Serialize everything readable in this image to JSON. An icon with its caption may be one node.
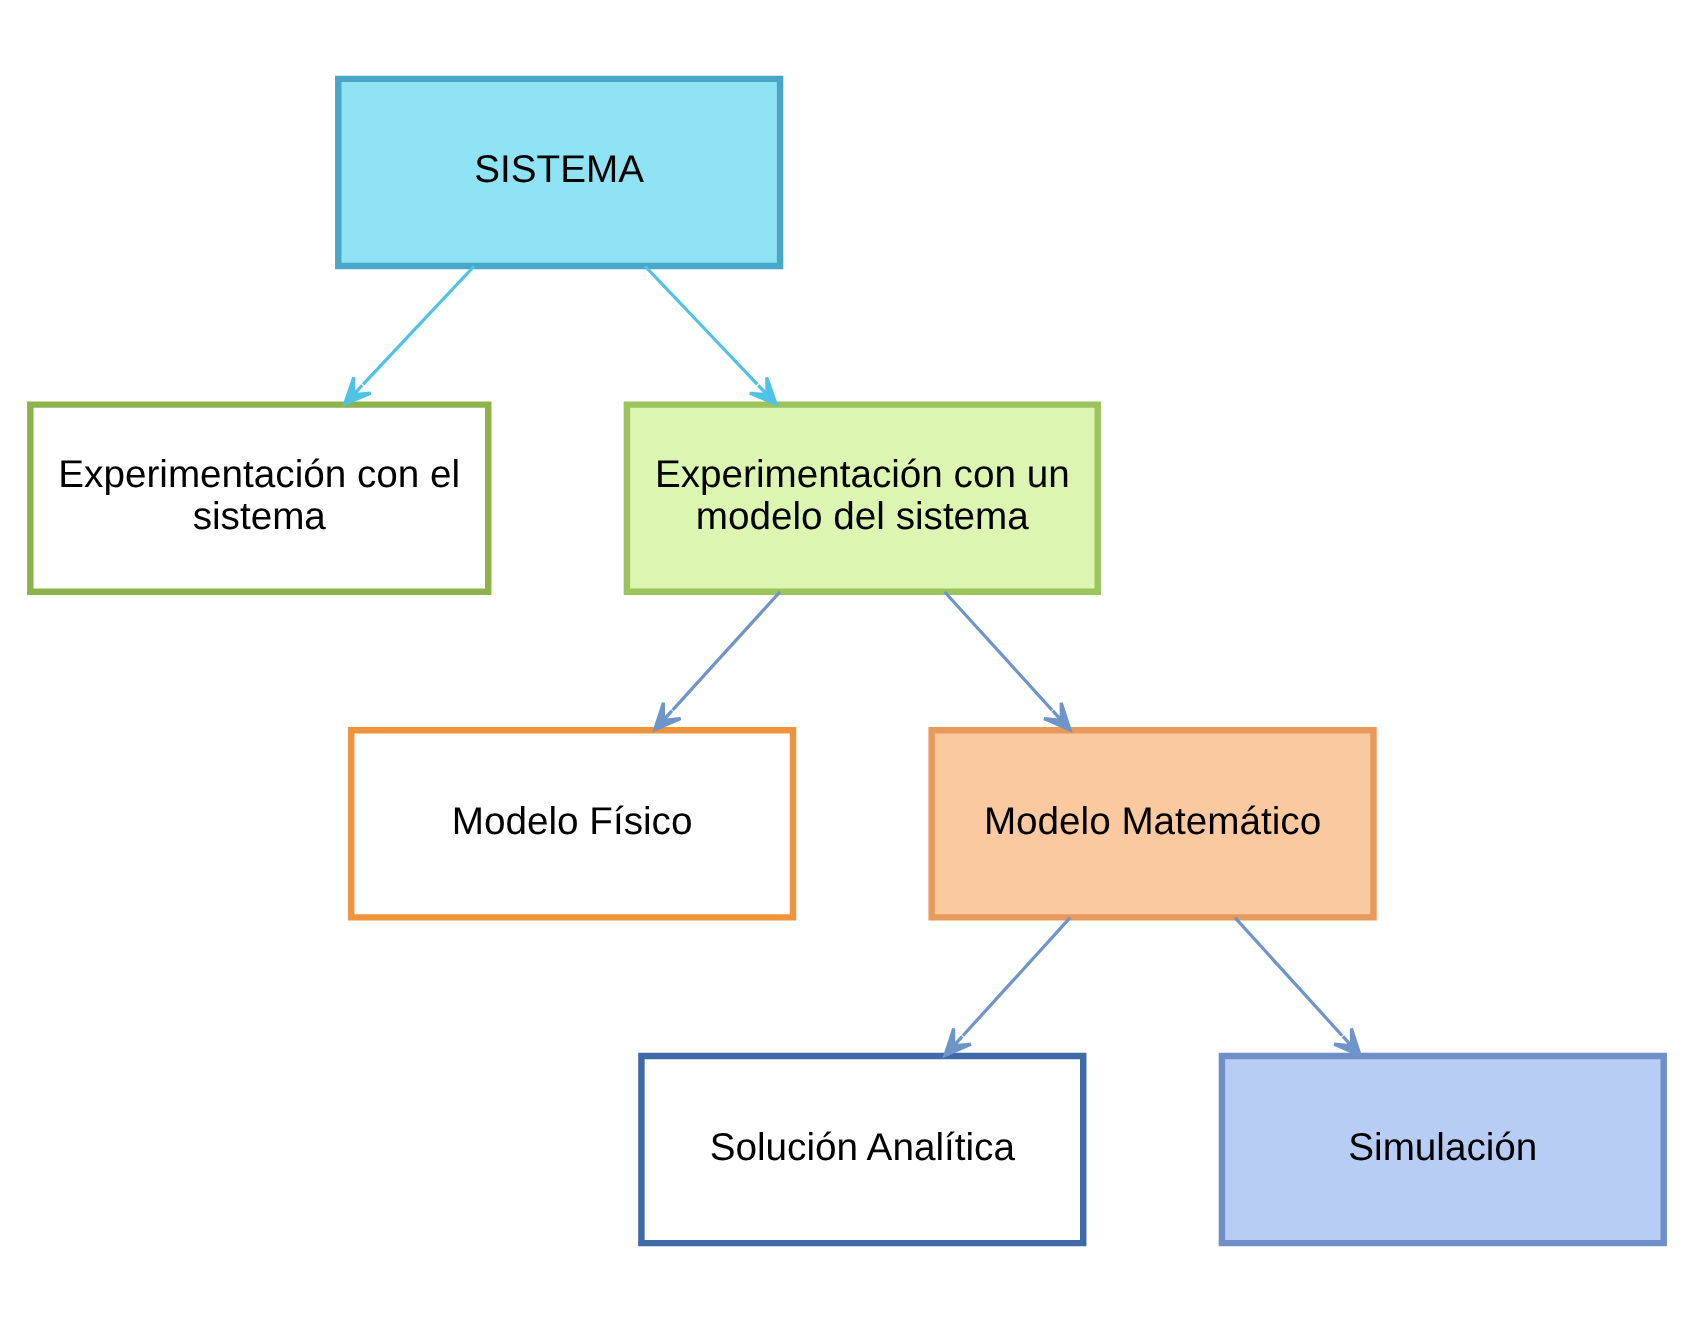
{
  "diagram": {
    "nodes": [
      {
        "text": [
          "SISTEMA"
        ]
      },
      {
        "text": [
          "Experimentación con el sistema"
        ]
      },
      {
        "text": [
          "Experimentación con un modelo del sistema"
        ]
      },
      {
        "text": [
          "Modelo Físico"
        ]
      },
      {
        "text": [
          "Modelo Matemático"
        ]
      },
      {
        "text": [
          "Solución Analítica"
        ]
      },
      {
        "text": [
          "Simulación"
        ]
      }
    ],
    "edges": [
      {
        "from": 0,
        "to": 1,
        "arrow": "to",
        "color": "#4fc3e6"
      },
      {
        "from": 0,
        "to": 2,
        "arrow": "to",
        "color": "#4fc3e6"
      },
      {
        "from": 2,
        "to": 3,
        "arrow": "to"
      },
      {
        "from": 2,
        "to": 4,
        "arrow": "to"
      },
      {
        "from": 4,
        "to": 5,
        "arrow": "to"
      },
      {
        "from": 4,
        "to": 6,
        "arrow": "to"
      }
    ]
  }
}
